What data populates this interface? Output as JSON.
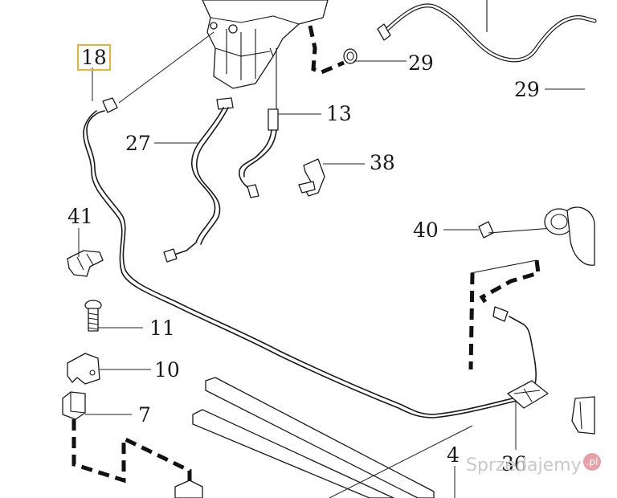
{
  "diagram": {
    "callouts": [
      {
        "id": "18",
        "text": "18",
        "highlighted": true
      },
      {
        "id": "29a",
        "text": "29"
      },
      {
        "id": "29b",
        "text": "29"
      },
      {
        "id": "13",
        "text": "13"
      },
      {
        "id": "27",
        "text": "27"
      },
      {
        "id": "38",
        "text": "38"
      },
      {
        "id": "41",
        "text": "41"
      },
      {
        "id": "40",
        "text": "40"
      },
      {
        "id": "11",
        "text": "11"
      },
      {
        "id": "10",
        "text": "10"
      },
      {
        "id": "7",
        "text": "7"
      },
      {
        "id": "36",
        "text": "36"
      },
      {
        "id": "4",
        "text": "4"
      }
    ],
    "highlight_color": "#e8b23a"
  },
  "watermark": {
    "text": "Sprzedajemy",
    "suffix": ".pl"
  }
}
